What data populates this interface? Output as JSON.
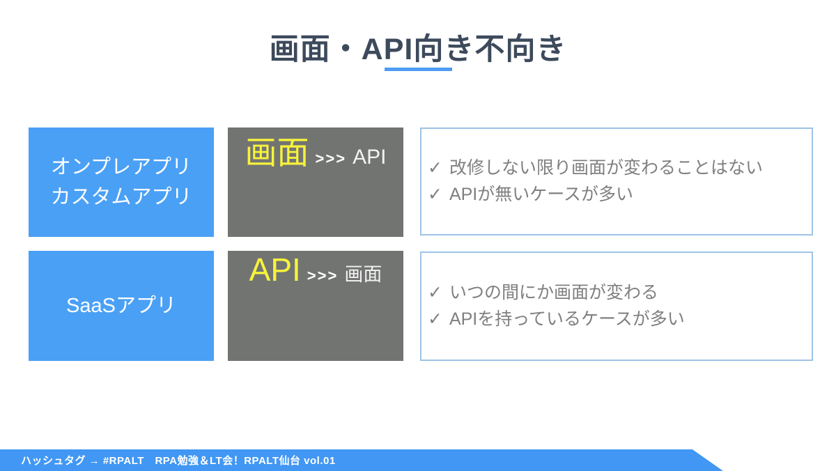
{
  "title": "画面・API向き不向き",
  "check_glyph": "✓",
  "rows": [
    {
      "category_lines": [
        "オンプレアプリ",
        "カスタムアプリ"
      ],
      "verdict": {
        "winner": "画面",
        "comparator": ">>>",
        "loser": "API"
      },
      "notes": [
        "改修しない限り画面が変わることはない",
        "APIが無いケースが多い"
      ]
    },
    {
      "category_lines": [
        "SaaSアプリ"
      ],
      "verdict": {
        "winner": "API",
        "comparator": ">>>",
        "loser": "画面"
      },
      "notes": [
        "いつの間にか画面が変わる",
        "APIを持っているケースが多い"
      ]
    }
  ],
  "footer": "ハッシュタグ → #RPALT　RPA勉強＆LT会！RPALT仙台 vol.01",
  "colors": {
    "category_blue": "#4AA0F5",
    "verdict_gray": "#727472",
    "highlight_yellow": "#F7F33B",
    "title_text": "#3D4A5C",
    "underline_blue": "#4E9BF3",
    "notes_border_blue": "#9DC3E6",
    "notes_text_gray": "#7F7F7F",
    "footer_blue": "#4197F3"
  }
}
